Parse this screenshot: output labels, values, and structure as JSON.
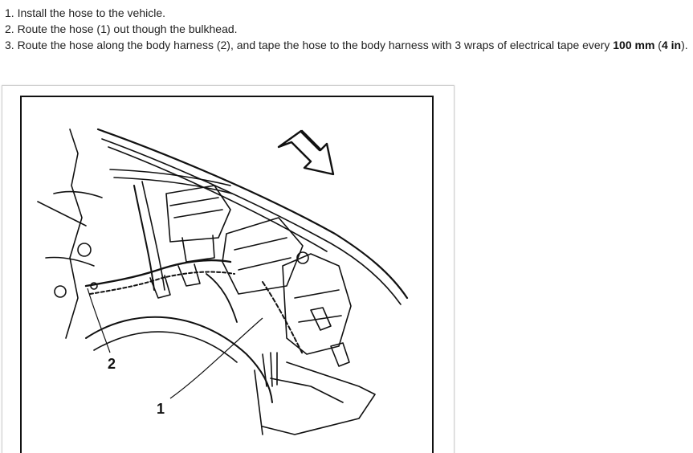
{
  "steps": [
    {
      "text": "1. Install the hose to the vehicle."
    },
    {
      "text": "2. Route the hose (1) out though the bulkhead."
    },
    {
      "text_before": "3. Route the hose along the body harness (2), and tape the hose to the body harness with 3 wraps of electrical tape every ",
      "bold1": "100 mm",
      "mid": " (",
      "bold2": "4 in",
      "after": ")."
    }
  ],
  "figure": {
    "callout_1": "1",
    "callout_2": "2"
  }
}
